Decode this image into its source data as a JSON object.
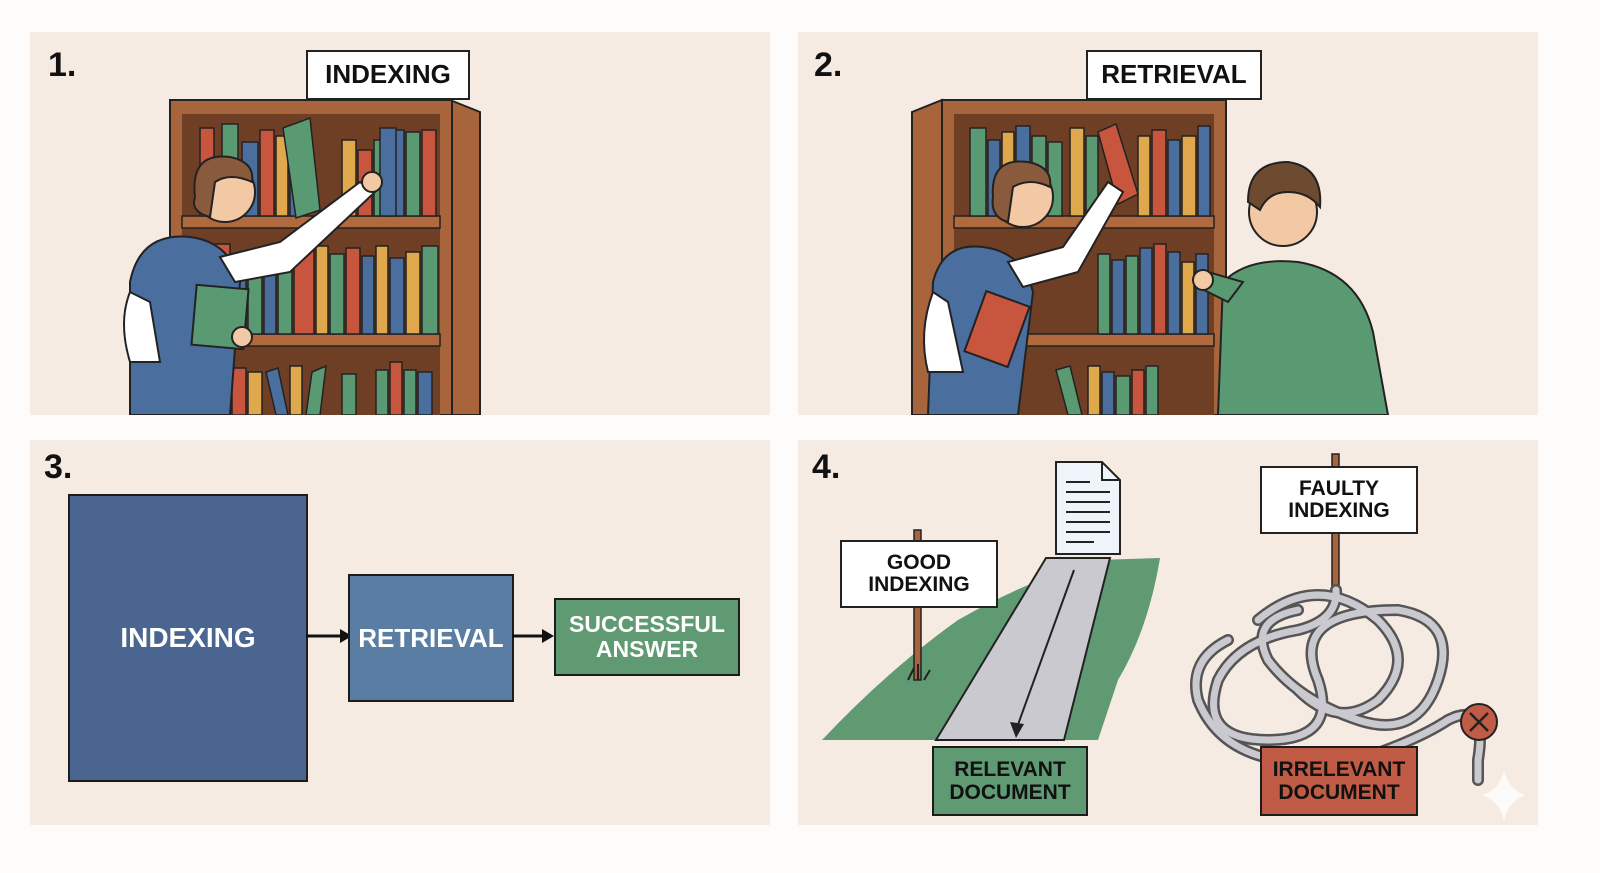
{
  "panels": [
    {
      "number": "1.",
      "sign": "INDEXING"
    },
    {
      "number": "2.",
      "sign": "RETRIEVAL"
    },
    {
      "number": "3.",
      "flow": {
        "step1": "INDEXING",
        "step2": "RETRIEVAL",
        "step3_line1": "SUCCESSFUL",
        "step3_line2": "ANSWER"
      }
    },
    {
      "number": "4.",
      "good": {
        "sign_line1": "GOOD",
        "sign_line2": "INDEXING",
        "result_line1": "RELEVANT",
        "result_line2": "DOCUMENT"
      },
      "faulty": {
        "sign_line1": "FAULTY",
        "sign_line2": "INDEXING",
        "result_line1": "IRRELEVANT",
        "result_line2": "DOCUMENT"
      }
    }
  ],
  "colors": {
    "panel_bg": "#f6ebe2",
    "indexing_blue": "#4a6690",
    "retrieval_blue": "#5a7ea3",
    "success_green": "#5f9a73",
    "relevant_green": "#5f9a73",
    "irrelevant_red": "#c05c45",
    "shelf_brown": "#a8653c"
  }
}
